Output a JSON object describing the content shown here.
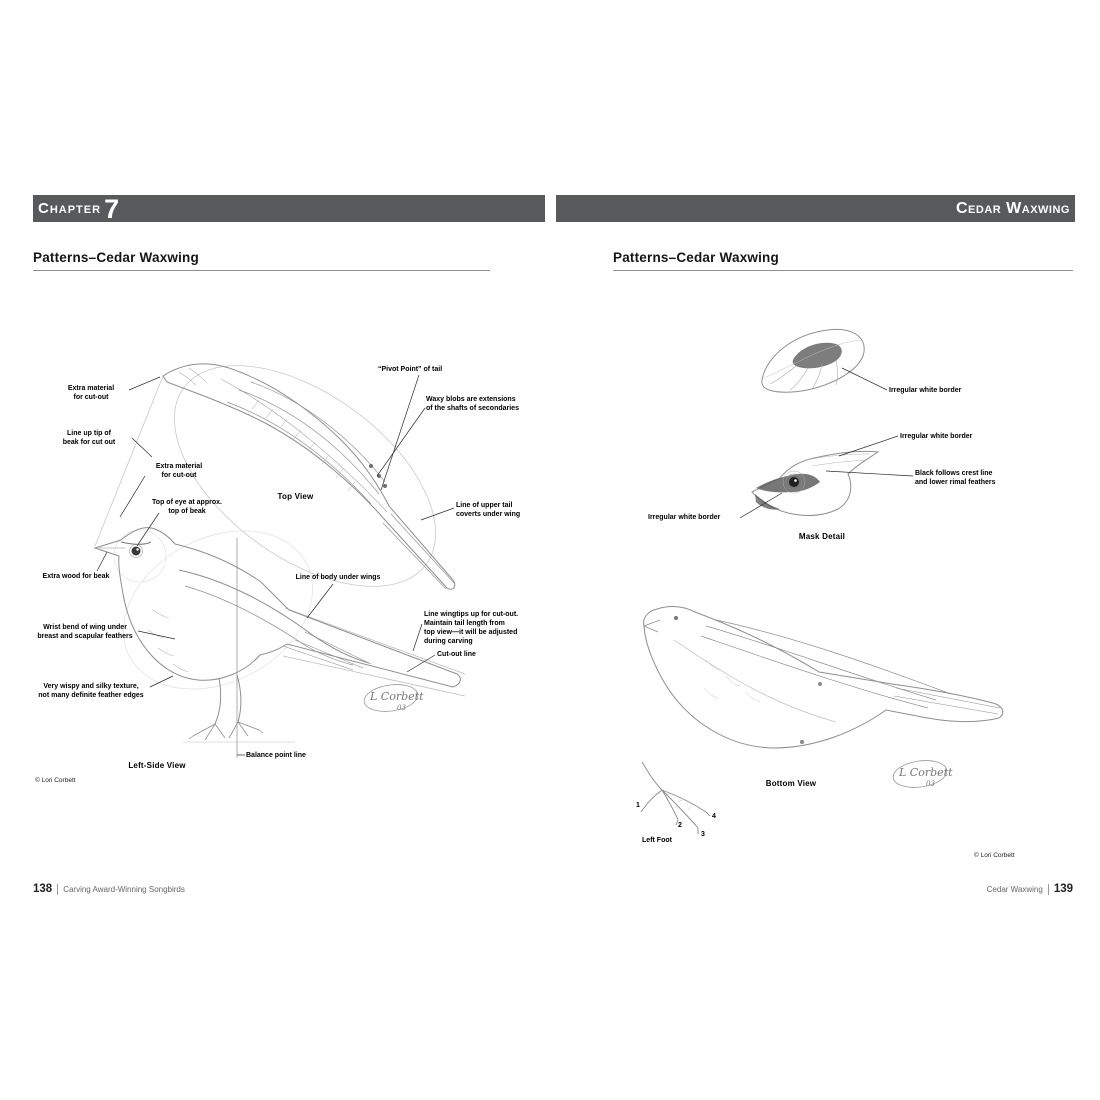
{
  "left_page": {
    "header": {
      "chapter_label": "Chapter",
      "chapter_number": "7"
    },
    "section_title": "Patterns–Cedar Waxwing",
    "labels": {
      "extra_material_top": "Extra material\nfor cut-out",
      "line_up_tip": "Line up tip of\nbeak for cut out",
      "extra_material_2": "Extra material\nfor cut-out",
      "top_of_eye": "Top of eye at approx.\ntop of beak",
      "pivot_point": "“Pivot Point” of tail",
      "waxy_blobs": "Waxy blobs are extensions\nof the shafts of secondaries",
      "top_view": "Top View",
      "upper_tail_coverts": "Line of upper tail\ncoverts under wing",
      "extra_wood": "Extra wood for beak",
      "body_under_wings": "Line of body under wings",
      "wrist_bend": "Wrist bend of wing under\nbreast and scapular feathers",
      "wingtips_up": "Line wingtips up for cut-out.\nMaintain tail length from\ntop view—it will be adjusted\nduring carving",
      "cut_out_line": "Cut-out line",
      "wispy_texture": "Very wispy and silky texture,\nnot many definite feather edges",
      "balance_point": "Balance point line",
      "side_view": "Left-Side View",
      "copyright": "© Lori Corbett"
    },
    "signature": {
      "name": "L Corbett",
      "year": "03"
    },
    "footer": {
      "page_number": "138",
      "book_title": "Carving Award-Winning Songbirds"
    }
  },
  "right_page": {
    "header": {
      "title": "Cedar Waxwing"
    },
    "section_title": "Patterns–Cedar Waxwing",
    "labels": {
      "irregular_border_1": "Irregular white border",
      "irregular_border_2": "Irregular white border",
      "black_crest": "Black follows crest line\nand lower rimal feathers",
      "irregular_border_3": "Irregular white border",
      "mask_detail": "Mask Detail",
      "bottom_view": "Bottom View",
      "left_foot": "Left Foot",
      "toes": [
        "1",
        "2",
        "3",
        "4"
      ],
      "copyright": "© Lori Corbett"
    },
    "signature": {
      "name": "L Corbett",
      "year": "03"
    },
    "footer": {
      "chapter_title": "Cedar Waxwing",
      "page_number": "139"
    }
  }
}
